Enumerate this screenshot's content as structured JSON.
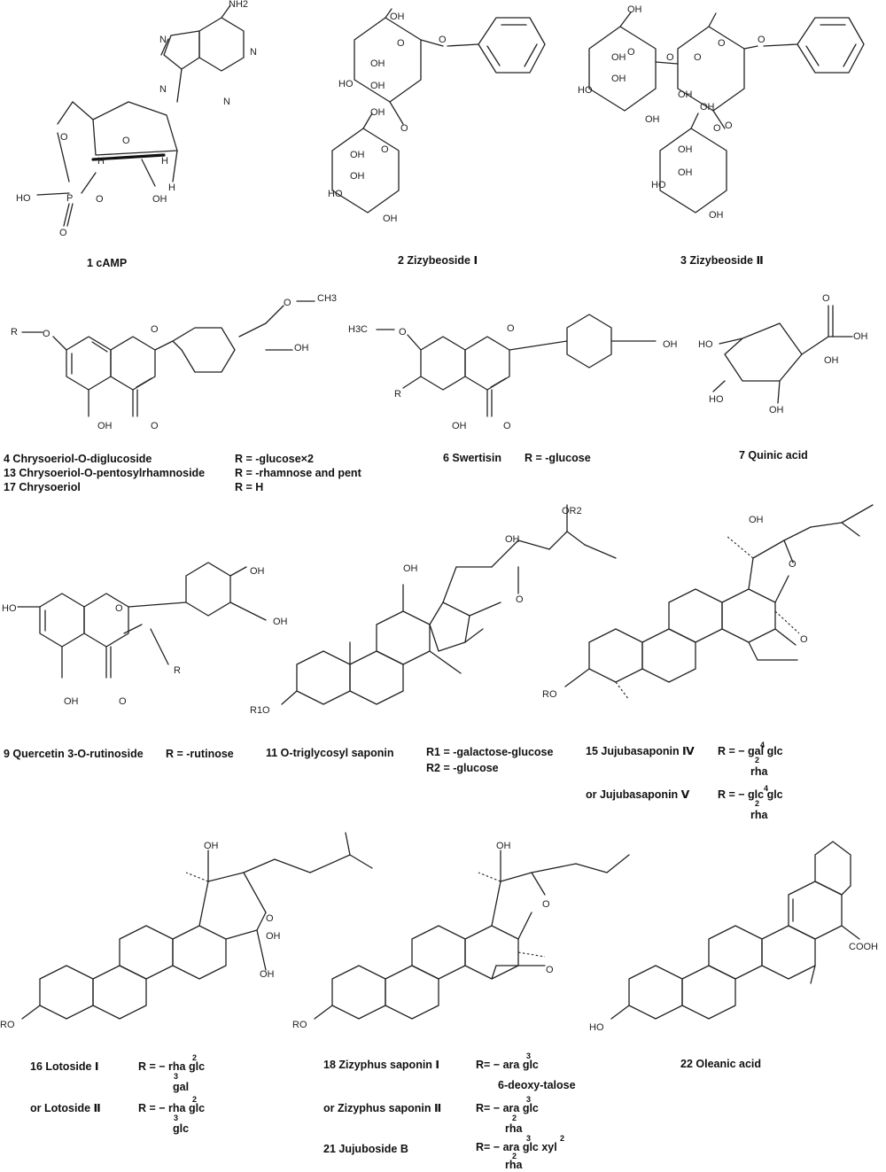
{
  "compounds": {
    "c1": {
      "label": "1  cAMP"
    },
    "c2": {
      "label": "2  Zizybeoside Ⅰ"
    },
    "c3": {
      "label": "3  Zizybeoside Ⅱ"
    },
    "c4": {
      "label": "4   Chrysoeriol-O-diglucoside",
      "r": "R = -glucose×2"
    },
    "c13": {
      "label": "13  Chrysoeriol-O-pentosylrhamnoside",
      "r": "R = -rhamnose and pent"
    },
    "c17": {
      "label": "17  Chrysoeriol",
      "r": "R = H"
    },
    "c6": {
      "label": "6   Swertisin",
      "r": "R = -glucose"
    },
    "c7": {
      "label": "7   Quinic acid"
    },
    "c9": {
      "label": "9  Quercetin 3-O-rutinoside",
      "r": "R = -rutinose"
    },
    "c11": {
      "label": "11   O-triglycosyl saponin",
      "r1": "R1 = -galactose-glucose",
      "r2": "R2 = -glucose"
    },
    "c15": {
      "label": "15  Jujubasaponin Ⅳ",
      "r": "R = − gal  glc",
      "link": "4",
      "sub": "rha",
      "subnum": "2"
    },
    "c15b": {
      "label": "or  Jujubasaponin Ⅴ",
      "r": "R = − glc  glc",
      "link": "4",
      "sub": "rha",
      "subnum": "2"
    },
    "c16": {
      "label": "16  Lotoside Ⅰ",
      "r": "R = − rha  glc",
      "link": "2",
      "sub": "gal",
      "subnum": "3"
    },
    "c16b": {
      "label": "or  Lotoside Ⅱ",
      "r": "R = − rha  glc",
      "link": "2",
      "sub": "glc",
      "subnum": "3"
    },
    "c18": {
      "label": "18  Zizyphus saponin Ⅰ",
      "r": "R= − ara  glc",
      "link": "3",
      "sub": "6-deoxy-talose"
    },
    "c18b": {
      "label": "or  Zizyphus saponin Ⅱ",
      "r": "R= − ara  glc",
      "link": "3",
      "sub": "rha",
      "subnum": "2"
    },
    "c21": {
      "label": "21  Jujuboside B",
      "r": "R= − ara  glc  xyl",
      "link": "3",
      "link2": "2",
      "sub": "rha",
      "subnum": "2"
    },
    "c22": {
      "label": "22  Oleanic acid"
    }
  },
  "atoms": [
    "NH2",
    "N",
    "N",
    "N",
    "N",
    "O",
    "O",
    "P",
    "HO",
    "O",
    "O",
    "H",
    "H",
    "H",
    "OH",
    "OH",
    "O",
    "O",
    "OH",
    "OH",
    "HO",
    "OH",
    "O",
    "O",
    "OH",
    "OH",
    "HO",
    "OH",
    "OH",
    "O",
    "O",
    "O",
    "O",
    "OH",
    "OH",
    "HO",
    "OH",
    "OH",
    "O",
    "OH",
    "HO",
    "OH",
    "OH",
    "O",
    "OH",
    "O",
    "O",
    "CH3",
    "R",
    "O",
    "O",
    "OH",
    "OH",
    "O",
    "H3C",
    "O",
    "O",
    "OH",
    "R",
    "OH",
    "O",
    "HO",
    "OH",
    "O",
    "OH",
    "HO",
    "OH",
    "HO",
    "O",
    "OH",
    "OH",
    "R",
    "OH",
    "O",
    "OR2",
    "OH",
    "OH",
    "O",
    "R1O",
    "OH",
    "O",
    "O",
    "RO",
    "OH",
    "O",
    "OH",
    "OH",
    "RO",
    "OH",
    "O",
    "O",
    "RO",
    "COOH",
    "HO"
  ]
}
